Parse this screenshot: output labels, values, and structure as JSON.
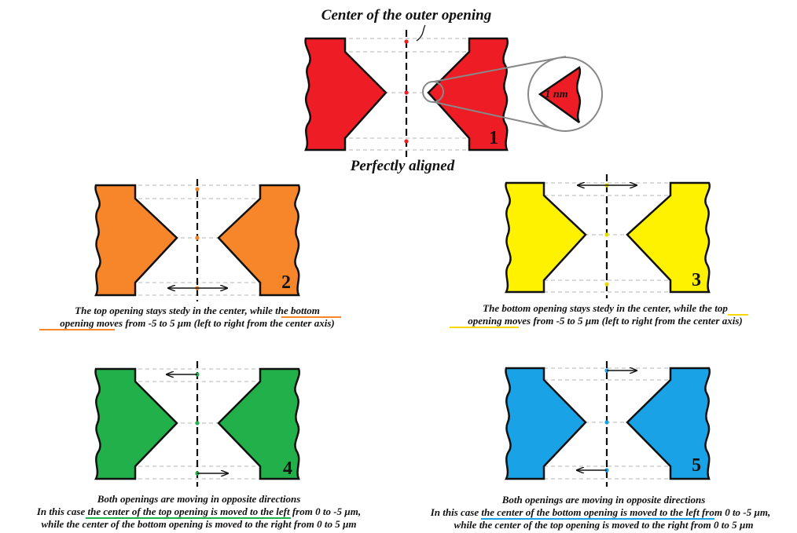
{
  "panel1": {
    "number": "1",
    "top_label": "Center of the outer opening",
    "bottom_label": "Perfectly aligned",
    "zoom_label": "1 nm",
    "color": "#ee1c24",
    "dot_color": "#ee1c24"
  },
  "panel2": {
    "number": "2",
    "color": "#f7862a",
    "dot_color": "#f7862a",
    "caption_lines": [
      "The top opening stays stedy in the center, while the bottom",
      "opening moves from -5 to 5 µm (left to right from the center axis)"
    ],
    "underline_color": "#f7862a"
  },
  "panel3": {
    "number": "3",
    "color": "#fff200",
    "dot_color": "#e8dc00",
    "caption_lines": [
      "The bottom opening stays stedy in the center, while the top",
      "opening moves from -5 to 5 µm (left to right from the center axis)"
    ],
    "underline_color": "#ffd800"
  },
  "panel4": {
    "number": "4",
    "color": "#22b04b",
    "dot_color": "#22b04b",
    "caption_lines": [
      "Both openings are moving in opposite directions",
      "In this case the center of the top opening is moved to the left from 0 to -5 µm,",
      "while the center of the bottom opening is moved to the right from 0 to 5 µm"
    ],
    "underline_color": "#22b04b"
  },
  "panel5": {
    "number": "5",
    "color": "#19a2e6",
    "dot_color": "#19a2e6",
    "caption_lines": [
      "Both openings are moving in opposite directions",
      "In this case the center of the bottom opening is moved to the left from 0 to -5 µm,",
      "while the center of the top opening is moved to the right from 0 to 5 µm"
    ],
    "underline_color": "#19a2e6"
  }
}
